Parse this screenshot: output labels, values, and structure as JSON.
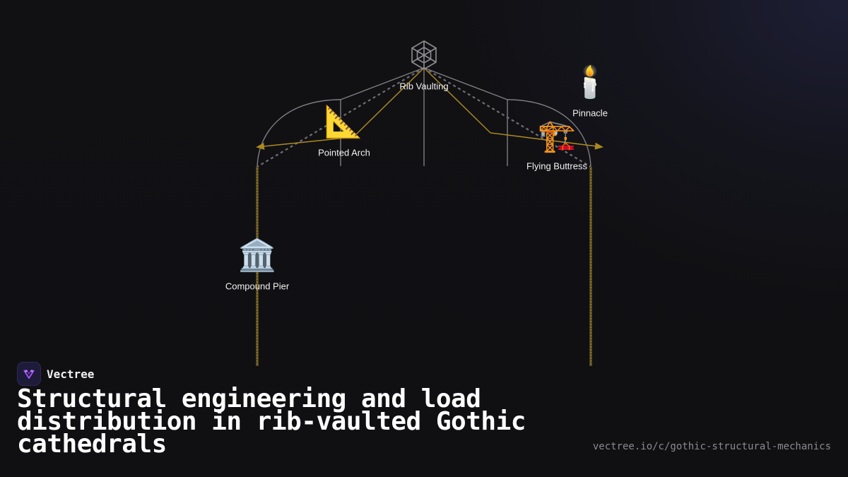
{
  "brand": {
    "name": "Vectree",
    "logo_icon": "vectree-logo-icon",
    "accent": "#a855f7"
  },
  "title": "Structural engineering and load distribution in rib-vaulted Gothic cathedrals",
  "url": "vectree.io/c/gothic-structural-mechanics",
  "colors": {
    "background": "#111114",
    "structure_line": "#8a8a90",
    "force_line": "#c9a227",
    "dashed_line": "#6e6e74"
  },
  "nodes": [
    {
      "id": "rib-vaulting",
      "label": "Rib Vaulting",
      "icon": "spiderweb-icon",
      "glyph": "🕸️"
    },
    {
      "id": "pinnacle",
      "label": "Pinnacle",
      "icon": "candle-icon",
      "glyph": "🕯️"
    },
    {
      "id": "pointed-arch",
      "label": "Pointed Arch",
      "icon": "triangular-ruler-icon",
      "glyph": "📐"
    },
    {
      "id": "flying-buttress",
      "label": "Flying Buttress",
      "icon": "crane-icon",
      "glyph": "🏗️"
    },
    {
      "id": "compound-pier",
      "label": "Compound Pier",
      "icon": "classical-building-icon",
      "glyph": "🏛️"
    }
  ]
}
